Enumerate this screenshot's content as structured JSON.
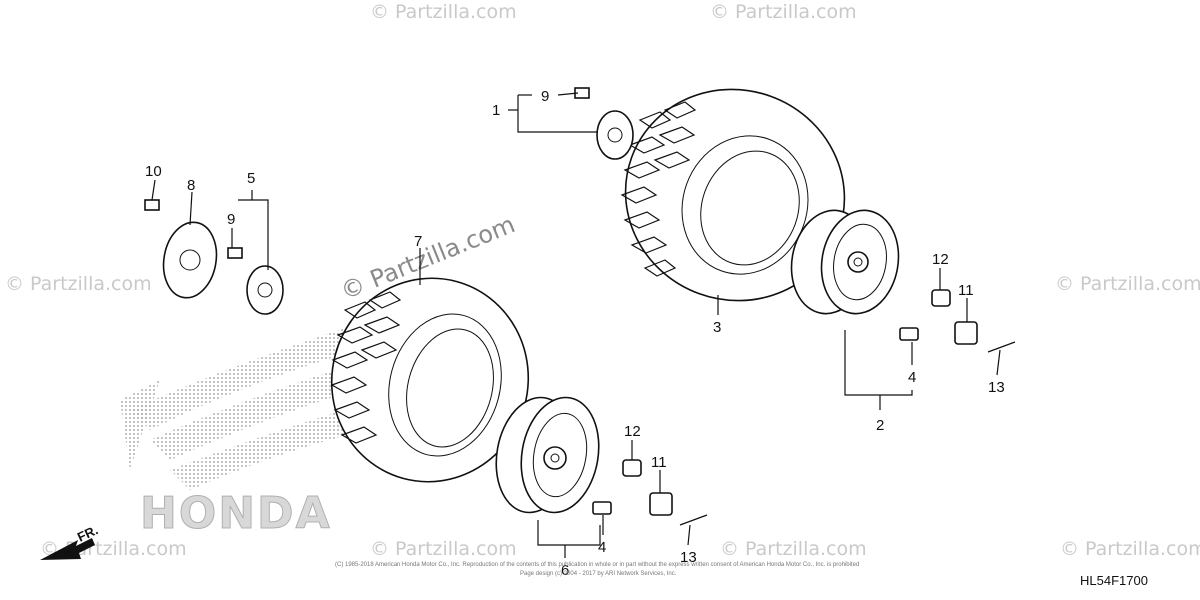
{
  "diagram_code": "HL54F1700",
  "direction_label": "FR.",
  "brand_text": "HONDA",
  "watermark_text": "© Partzilla.com",
  "footer": {
    "line1": "(C) 1985-2018 American Honda Motor Co., Inc. Reproduction of the contents of this publication in whole or in part without the express written consent of American Honda Motor Co., Inc. is prohibited",
    "line2": "Page design (c) 2004 - 2017 by ARI Network Services, Inc."
  },
  "callouts": {
    "c1": "1",
    "c2": "2",
    "c3": "3",
    "c4a": "4",
    "c4b": "4",
    "c5": "5",
    "c6": "6",
    "c7": "7",
    "c8": "8",
    "c9a": "9",
    "c9b": "9",
    "c10": "10",
    "c11a": "11",
    "c11b": "11",
    "c12a": "12",
    "c12b": "12",
    "c13a": "13",
    "c13b": "13"
  }
}
